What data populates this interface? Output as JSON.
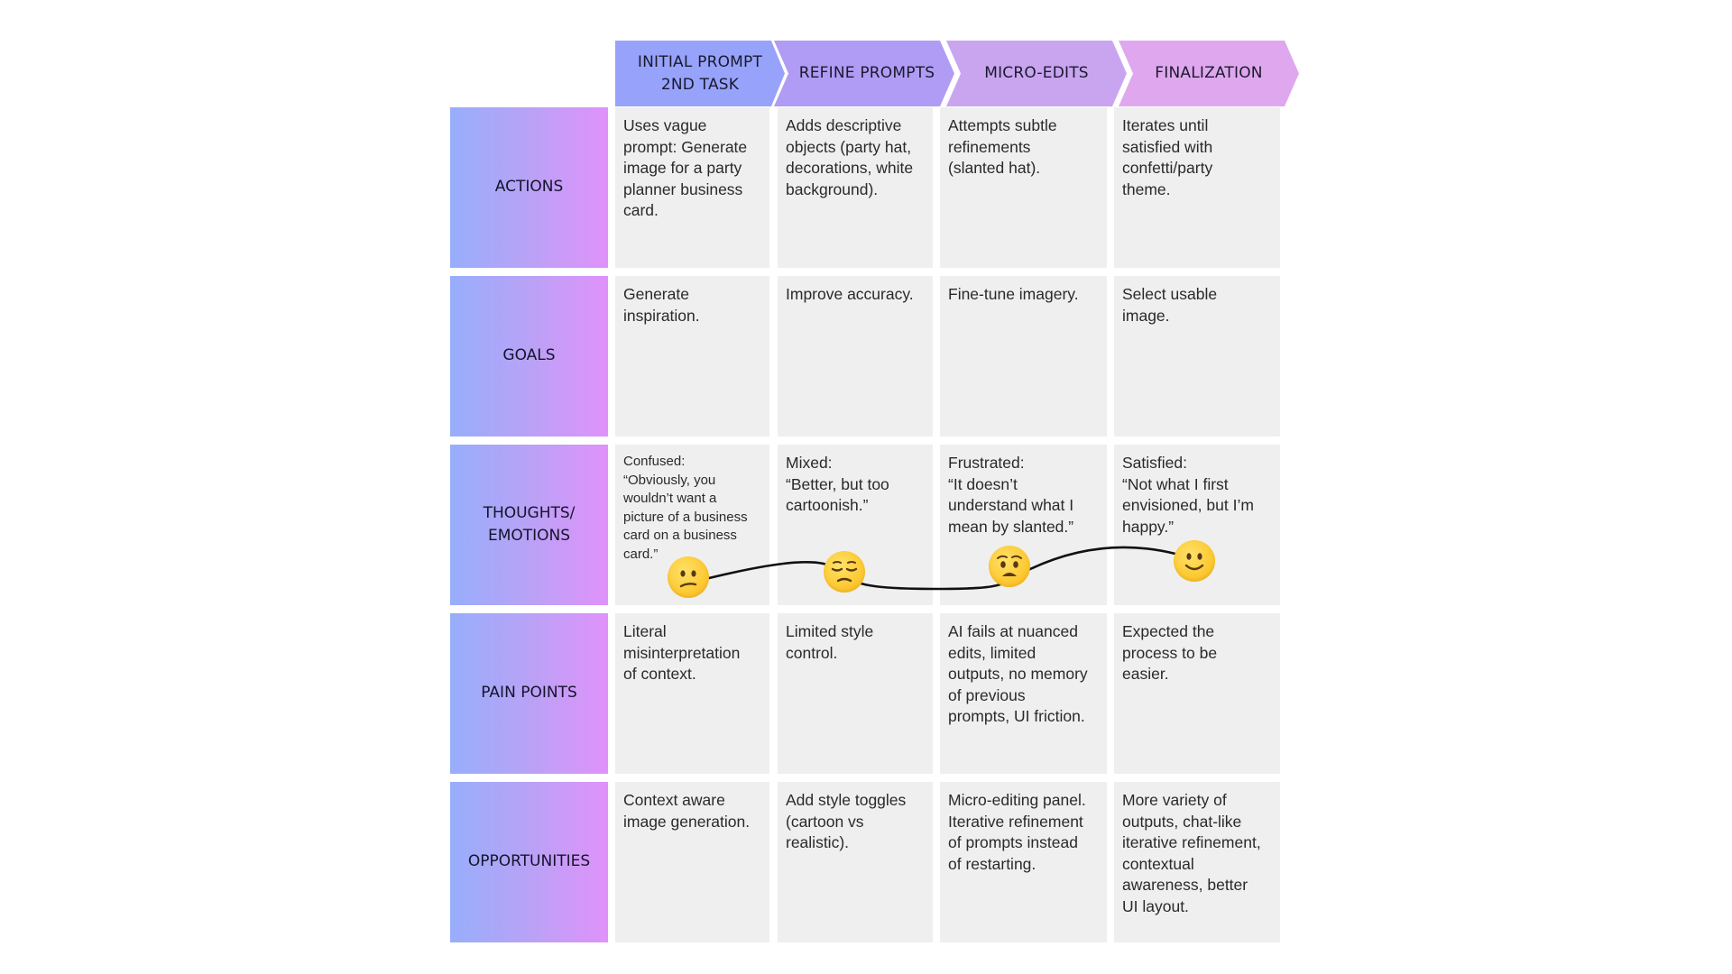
{
  "stages": [
    {
      "label": "INITIAL PROMPT\n2ND TASK"
    },
    {
      "label": "REFINE PROMPTS"
    },
    {
      "label": "MICRO-EDITS"
    },
    {
      "label": "FINALIZATION"
    }
  ],
  "rows": [
    {
      "label": "ACTIONS",
      "cells": [
        "Uses vague\nprompt: Generate\nimage for a party\nplanner business\ncard.",
        "Adds descriptive\nobjects (party hat,\ndecorations, white\nbackground).",
        "Attempts subtle\nrefinements\n(slanted hat).",
        "Iterates until\nsatisfied with\nconfetti/party\ntheme."
      ]
    },
    {
      "label": "GOALS",
      "cells": [
        "Generate\ninspiration.",
        "Improve accuracy.",
        "Fine-tune imagery.",
        "Select usable\nimage."
      ]
    },
    {
      "label": "THOUGHTS/\nEMOTIONS",
      "cells": [
        "Confused:\n“Obviously, you\nwouldn’t want a\npicture of a business\ncard on a business\ncard.”",
        "Mixed:\n“Better, but too\ncartoonish.”",
        "Frustrated:\n“It doesn’t\nunderstand what I\nmean by slanted.”",
        "Satisfied:\n“Not what I first\nenvisioned, but I’m\nhappy.”"
      ]
    },
    {
      "label": "PAIN POINTS",
      "cells": [
        "Literal\nmisinterpretation\nof context.",
        "Limited style\ncontrol.",
        "AI fails at nuanced\nedits, limited\noutputs, no memory\nof previous\nprompts, UI friction.",
        "Expected the\nprocess to be\neasier."
      ]
    },
    {
      "label": "OPPORTUNITIES",
      "cells": [
        "Context aware\nimage generation.",
        "Add style toggles\n(cartoon vs\nrealistic).",
        "Micro-editing panel.\nIterative refinement\nof prompts instead\nof restarting.",
        "More variety of\noutputs, chat-like\niterative refinement,\ncontextual\nawareness, better\nUI layout."
      ]
    }
  ],
  "emotions": [
    {
      "icon": "confused-face-icon"
    },
    {
      "icon": "pensive-face-icon"
    },
    {
      "icon": "worried-face-icon"
    },
    {
      "icon": "slightly-smiling-face-icon"
    }
  ],
  "colors": {
    "stage_1": "#97a3fb",
    "stage_2": "#b09cf4",
    "stage_3": "#c9a5f0",
    "stage_4": "#dfa8ee",
    "row_label_gradient_start": "#97aefc",
    "row_label_gradient_end": "#e092fa",
    "cell_background": "#efefef",
    "emoji_yellow": "#fcc932"
  }
}
